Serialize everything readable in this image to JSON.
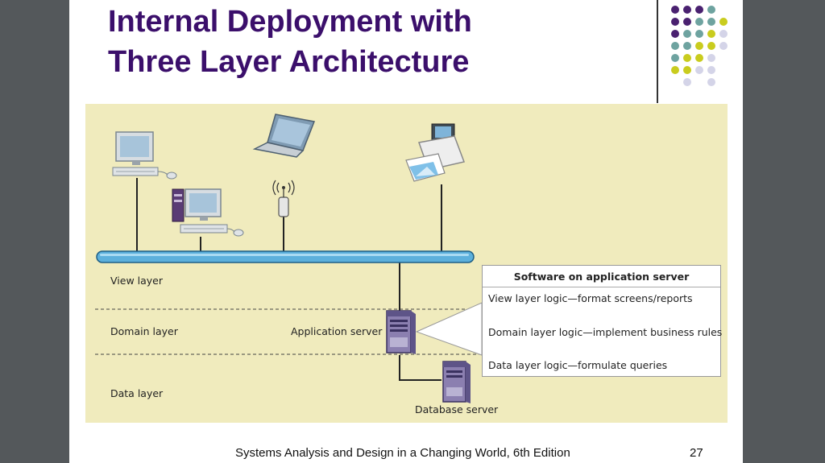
{
  "slide": {
    "title_line1": "Internal Deployment with",
    "title_line2": "Three Layer Architecture",
    "footer": "Systems Analysis and Design in a Changing World, 6th Edition",
    "page_number": "27",
    "colors": {
      "title": "#3b0f6b",
      "dot_purple": "#4a2170",
      "dot_teal": "#6ea3a0",
      "dot_yellow": "#c9cc1e",
      "dot_lavender": "#d4d4e8",
      "diagram_bg": "#f0ebbd",
      "network_bus": "#5cb0dc"
    }
  },
  "diagram": {
    "layers": {
      "view": "View layer",
      "domain": "Domain layer",
      "data": "Data layer"
    },
    "servers": {
      "application": "Application server",
      "database": "Database server"
    },
    "software_box": {
      "header": "Software on application server",
      "rows": [
        "View layer logic—format screens/reports",
        "Domain layer logic—implement business rules",
        "Data layer logic—formulate queries"
      ]
    },
    "devices": [
      "desktop-computer-icon",
      "desktop-tower-computer-icon",
      "laptop-icon",
      "wireless-access-point-icon",
      "photo-printer-icon",
      "application-server-icon",
      "database-server-icon"
    ]
  }
}
